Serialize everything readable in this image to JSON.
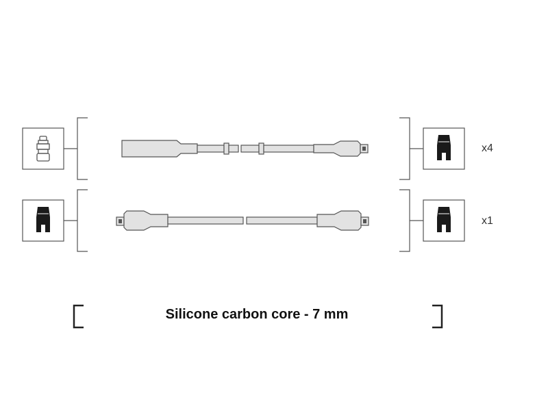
{
  "rows": [
    {
      "quantity": "x4"
    },
    {
      "quantity": "x1"
    }
  ],
  "caption": "Silicone carbon core - 7 mm",
  "icons": {
    "row1_left": "straight-connector-icon",
    "row1_right": "boot-terminal-icon",
    "row2_left": "boot-terminal-icon",
    "row2_right": "boot-terminal-icon"
  },
  "colors": {
    "line": "#555555",
    "cable": "#e2e2e2",
    "boot": "#1a1a1a"
  }
}
